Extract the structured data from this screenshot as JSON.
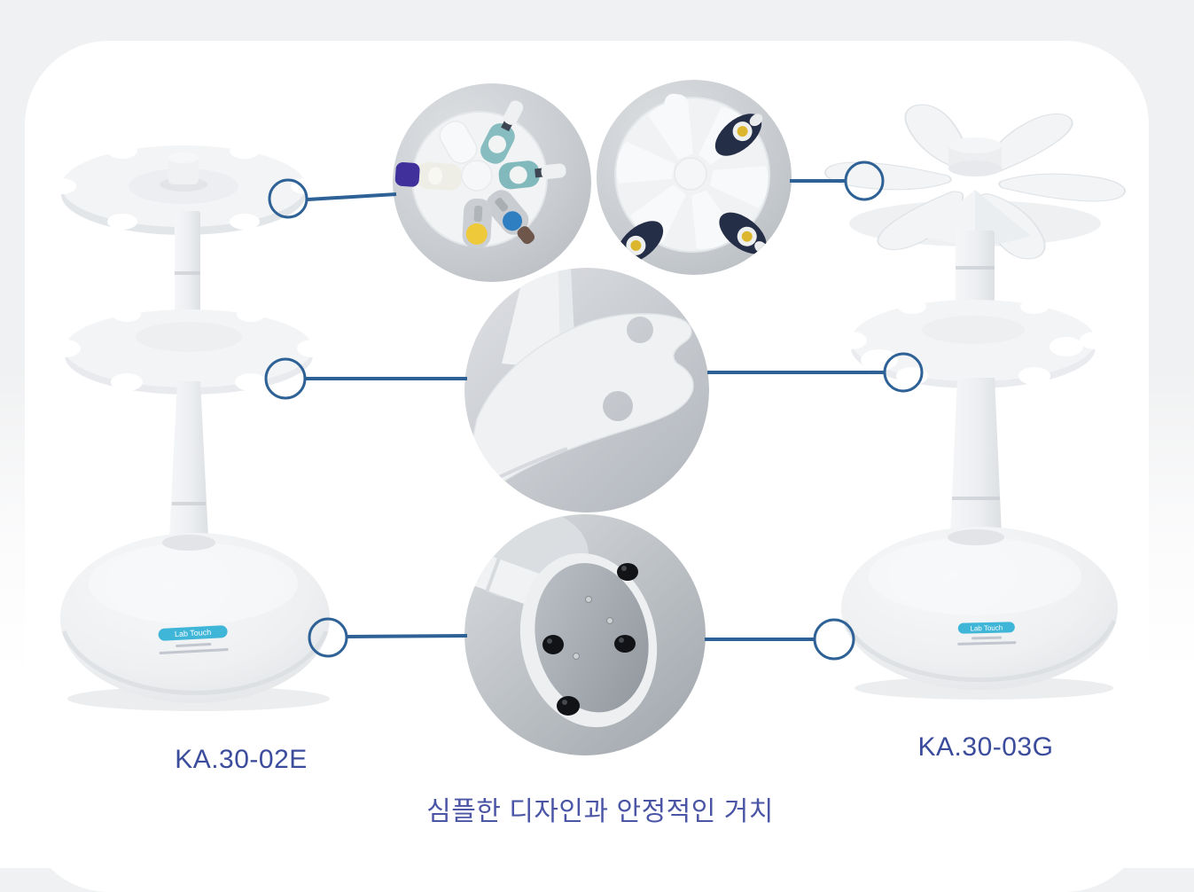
{
  "page": {
    "caption": "심플한 디자인과 안정적인 거치"
  },
  "products": {
    "left": {
      "code": "KA.30-02E",
      "brand": "Lab Touch"
    },
    "right": {
      "code": "KA.30-03G",
      "brand": "Lab Touch"
    }
  },
  "colors": {
    "accent_callout_blue": "#2e6296",
    "text_navy": "#3b4c9c",
    "caption_blue": "#4b55a6",
    "brand_label_cyan": "#3fb6d8",
    "page_background_gray": "#f0f1f2",
    "card_white": "#ffffff"
  }
}
